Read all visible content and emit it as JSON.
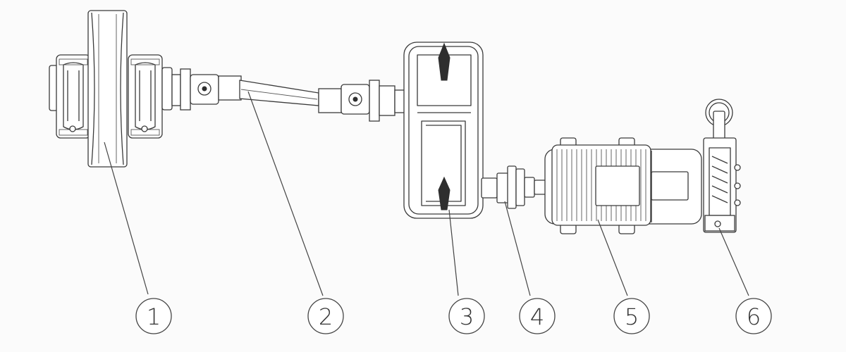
{
  "callouts": [
    {
      "id": "wheel",
      "label": "1"
    },
    {
      "id": "shaft",
      "label": "2"
    },
    {
      "id": "reducer",
      "label": "3"
    },
    {
      "id": "coupling",
      "label": "4"
    },
    {
      "id": "motor",
      "label": "5"
    },
    {
      "id": "brake",
      "label": "6"
    }
  ],
  "colors": {
    "line": "#3a3a3a",
    "background": "#fbfbfb"
  }
}
